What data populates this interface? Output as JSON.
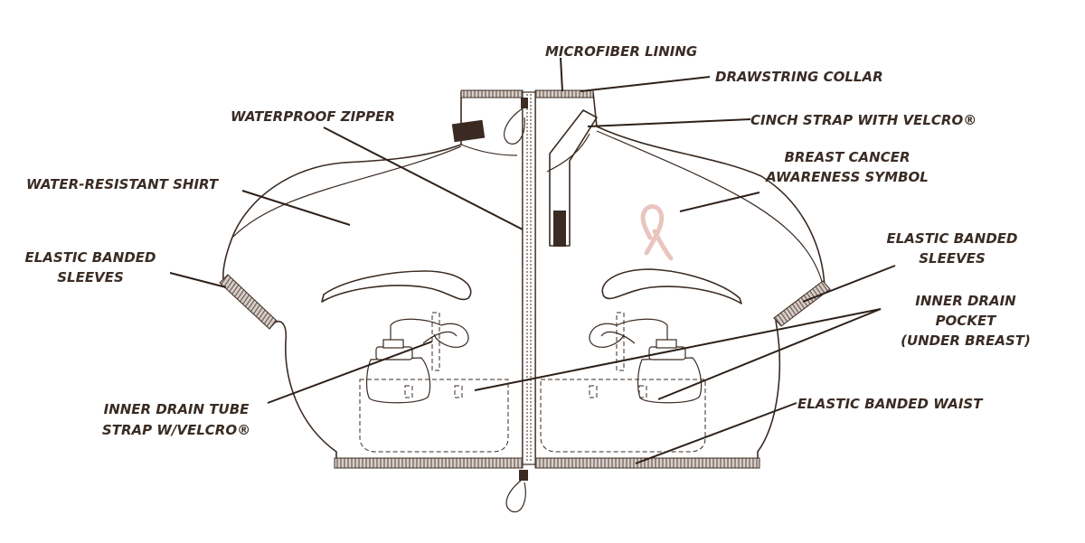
{
  "labels": {
    "microfiber_lining": "MICROFIBER LINING",
    "drawstring_collar": "DRAWSTRING COLLAR",
    "waterproof_zipper": "WATERPROOF ZIPPER",
    "cinch_strap": "CINCH STRAP WITH VELCRO®",
    "breast_cancer_line1": "BREAST CANCER",
    "breast_cancer_line2": "AWARENESS SYMBOL",
    "water_resistant_shirt": "WATER-RESISTANT SHIRT",
    "elastic_sleeves_left_line1": "ELASTIC BANDED",
    "elastic_sleeves_left_line2": "SLEEVES",
    "elastic_sleeves_right_line1": "ELASTIC BANDED",
    "elastic_sleeves_right_line2": "SLEEVES",
    "inner_drain_pocket_line1": "INNER DRAIN",
    "inner_drain_pocket_line2": "POCKET",
    "inner_drain_pocket_line3": "(UNDER BREAST)",
    "inner_drain_tube_line1": "INNER DRAIN TUBE",
    "inner_drain_tube_line2": "STRAP W/VELCRO®",
    "elastic_waist": "ELASTIC BANDED WAIST"
  },
  "colors": {
    "outline": "#3b2b22",
    "label_text": "#3a2c24",
    "ribbon": "#eac5c0",
    "velcro_patch": "#3a2a22",
    "elastic_band": "#b5aaa4"
  },
  "icons": {
    "ribbon": "awareness-ribbon-icon",
    "drain_bottle": "drain-bottle-icon"
  }
}
